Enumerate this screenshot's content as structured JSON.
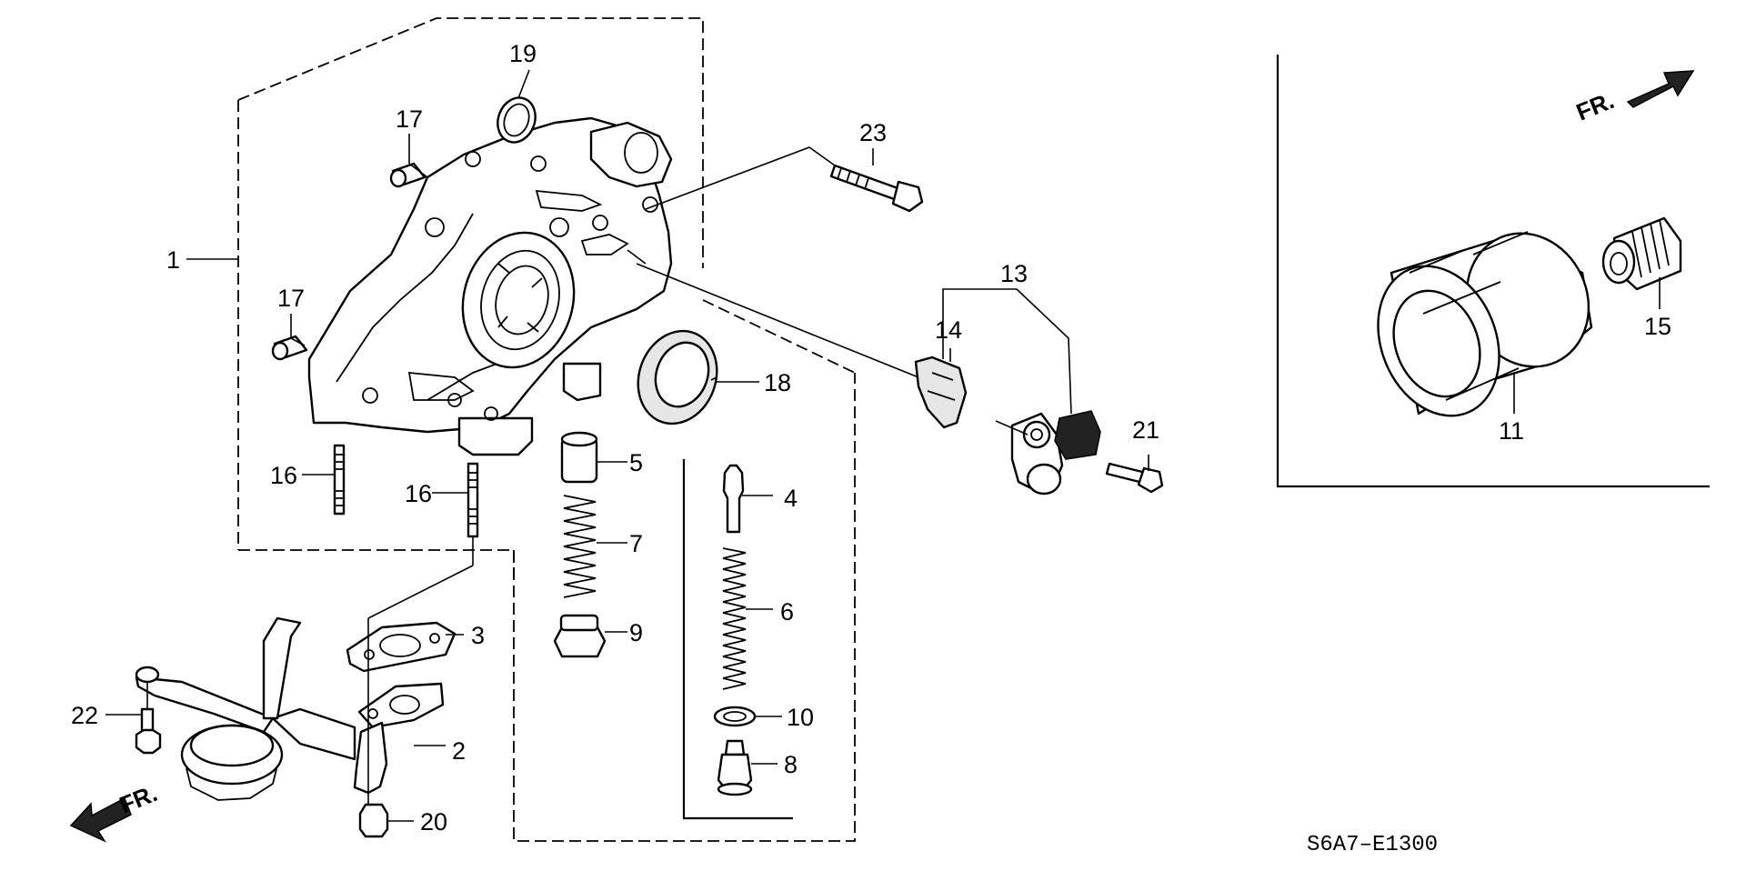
{
  "diagram": {
    "diagram_code": "S6A7–E1300",
    "front_marker_text": "FR.",
    "callouts": {
      "p1": "1",
      "p2": "2",
      "p3": "3",
      "p4": "4",
      "p5": "5",
      "p6": "6",
      "p7": "7",
      "p8": "8",
      "p9": "9",
      "p10": "10",
      "p11": "11",
      "p13": "13",
      "p14": "14",
      "p15": "15",
      "p16a": "16",
      "p16b": "16",
      "p17a": "17",
      "p17b": "17",
      "p18": "18",
      "p19": "19",
      "p20": "20",
      "p21": "21",
      "p22": "22",
      "p23": "23"
    }
  }
}
